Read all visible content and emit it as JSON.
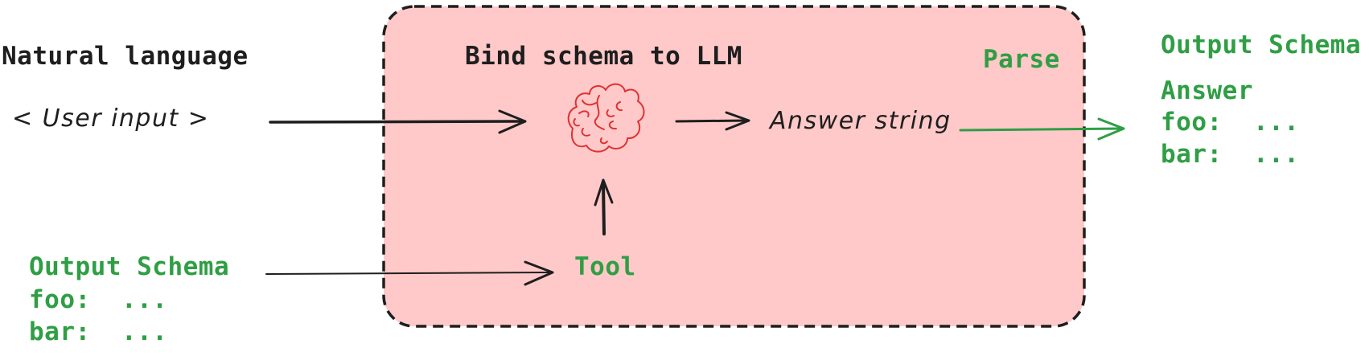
{
  "palette": {
    "box_fill": "#ffc9c9",
    "accent_green": "#2f9e44",
    "ink": "#1e1e1e",
    "brain_red": "#e03131"
  },
  "input_side": {
    "label": "Natural language",
    "user_input": "< User input >"
  },
  "schema_input": {
    "title": "Output Schema",
    "foo_line": "foo:  ...",
    "bar_line": "bar:  ..."
  },
  "llm_box": {
    "title": "Bind schema to LLM",
    "parse_label": "Parse",
    "answer_string": "Answer string",
    "tool_label": "Tool",
    "brain_icon": "brain-icon"
  },
  "output_side": {
    "title": "Output Schema",
    "answer_label": "Answer",
    "foo_line": "foo:  ...",
    "bar_line": "bar:  ..."
  }
}
